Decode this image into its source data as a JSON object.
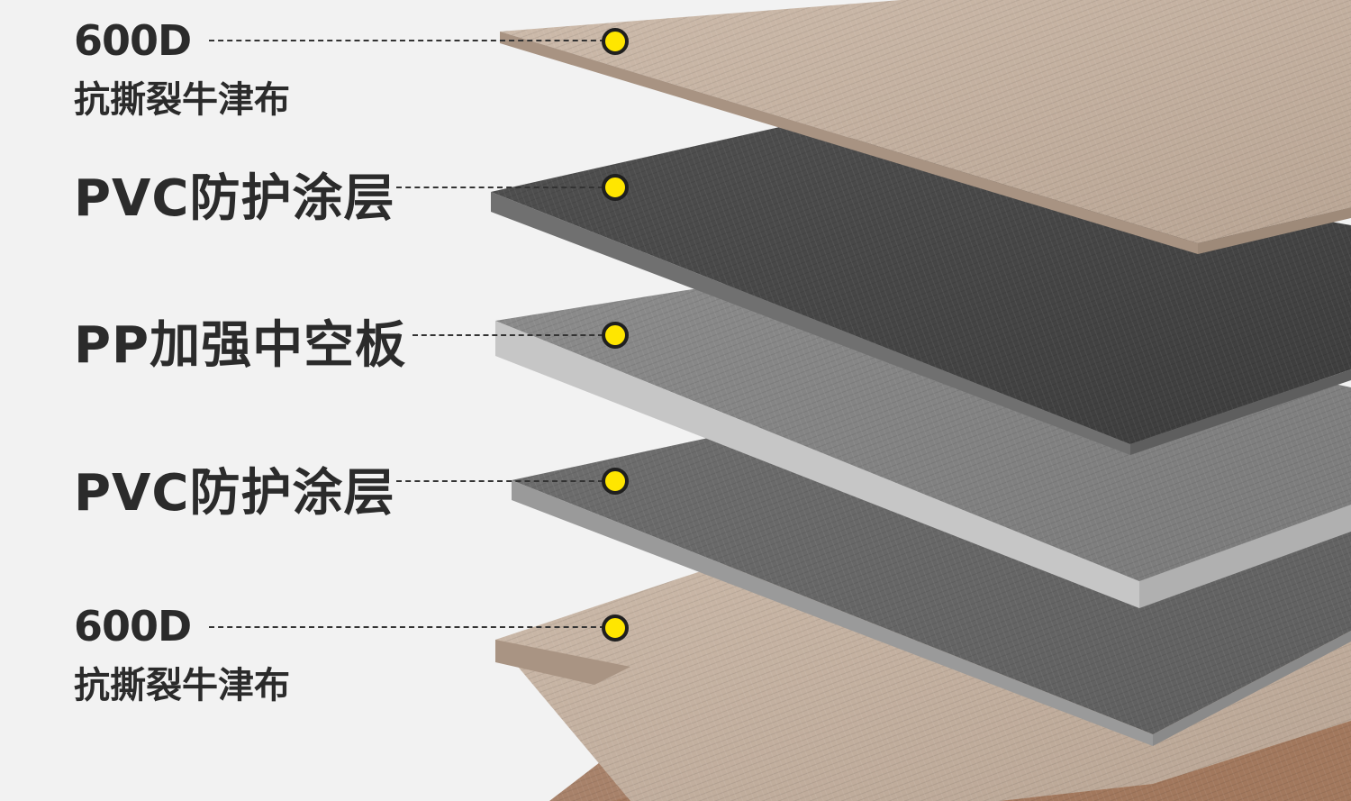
{
  "layers": [
    {
      "code": "600D",
      "name": "抗撕裂牛津布"
    },
    {
      "code": "PVC防护涂层"
    },
    {
      "code": "PP加强中空板"
    },
    {
      "code": "PVC防护涂层"
    },
    {
      "code": "600D",
      "name": "抗撕裂牛津布"
    }
  ],
  "colors": {
    "oxford": "#c4b2a2",
    "pvc_dark": "#4a4a4a",
    "pp_board": "#8a8a8a",
    "pvc_mid": "#6b6b6b",
    "marker": "#ffe600",
    "background": "#f2f2f2"
  }
}
